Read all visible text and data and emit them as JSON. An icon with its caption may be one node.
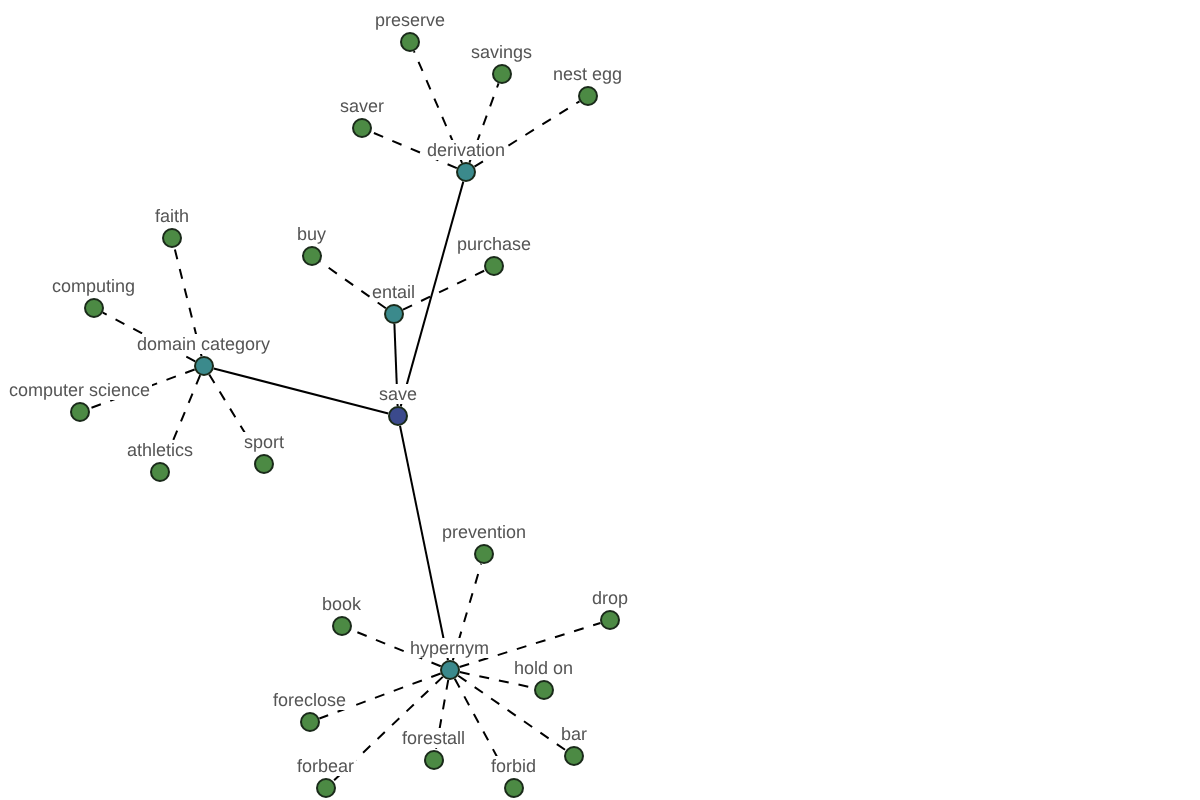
{
  "diagram": {
    "nodes": [
      {
        "text": [
          "save"
        ]
      },
      {
        "text": [
          "derivation"
        ]
      },
      {
        "text": [
          "entail"
        ]
      },
      {
        "text": [
          "domain category"
        ]
      },
      {
        "text": [
          "hypernym"
        ]
      },
      {
        "text": [
          "preserve"
        ]
      },
      {
        "text": [
          "savings"
        ]
      },
      {
        "text": [
          "nest egg"
        ]
      },
      {
        "text": [
          "saver"
        ]
      },
      {
        "text": [
          "buy"
        ]
      },
      {
        "text": [
          "purchase"
        ]
      },
      {
        "text": [
          "faith"
        ]
      },
      {
        "text": [
          "computing"
        ]
      },
      {
        "text": [
          "computer science"
        ]
      },
      {
        "text": [
          "athletics"
        ]
      },
      {
        "text": [
          "sport"
        ]
      },
      {
        "text": [
          "prevention"
        ]
      },
      {
        "text": [
          "book"
        ]
      },
      {
        "text": [
          "hold on"
        ]
      },
      {
        "text": [
          "drop"
        ]
      },
      {
        "text": [
          "foreclose"
        ]
      },
      {
        "text": [
          "forestall"
        ]
      },
      {
        "text": [
          "bar"
        ]
      },
      {
        "text": [
          "forbear"
        ]
      },
      {
        "text": [
          "forbid"
        ]
      }
    ],
    "edges": [
      {
        "from": 0,
        "to": 1,
        "arrow": "none"
      },
      {
        "from": 0,
        "to": 2,
        "arrow": "none"
      },
      {
        "from": 0,
        "to": 3,
        "arrow": "none"
      },
      {
        "from": 0,
        "to": 4,
        "arrow": "none"
      },
      {
        "from": 1,
        "to": 5,
        "arrow": "none",
        "style": "dashed"
      },
      {
        "from": 1,
        "to": 6,
        "arrow": "none",
        "style": "dashed"
      },
      {
        "from": 1,
        "to": 7,
        "arrow": "none",
        "style": "dashed"
      },
      {
        "from": 1,
        "to": 8,
        "arrow": "none",
        "style": "dashed"
      },
      {
        "from": 2,
        "to": 9,
        "arrow": "none",
        "style": "dashed"
      },
      {
        "from": 2,
        "to": 10,
        "arrow": "none",
        "style": "dashed"
      },
      {
        "from": 3,
        "to": 11,
        "arrow": "none",
        "style": "dashed"
      },
      {
        "from": 3,
        "to": 12,
        "arrow": "none",
        "style": "dashed"
      },
      {
        "from": 3,
        "to": 13,
        "arrow": "none",
        "style": "dashed"
      },
      {
        "from": 3,
        "to": 14,
        "arrow": "none",
        "style": "dashed"
      },
      {
        "from": 3,
        "to": 15,
        "arrow": "none",
        "style": "dashed"
      },
      {
        "from": 4,
        "to": 16,
        "arrow": "none",
        "style": "dashed"
      },
      {
        "from": 4,
        "to": 17,
        "arrow": "none",
        "style": "dashed"
      },
      {
        "from": 4,
        "to": 18,
        "arrow": "none",
        "style": "dashed"
      },
      {
        "from": 4,
        "to": 19,
        "arrow": "none",
        "style": "dashed"
      },
      {
        "from": 4,
        "to": 20,
        "arrow": "none",
        "style": "dashed"
      },
      {
        "from": 4,
        "to": 21,
        "arrow": "none",
        "style": "dashed"
      },
      {
        "from": 4,
        "to": 22,
        "arrow": "none",
        "style": "dashed"
      },
      {
        "from": 4,
        "to": 23,
        "arrow": "none",
        "style": "dashed"
      },
      {
        "from": 4,
        "to": 24,
        "arrow": "none",
        "style": "dashed"
      }
    ]
  }
}
